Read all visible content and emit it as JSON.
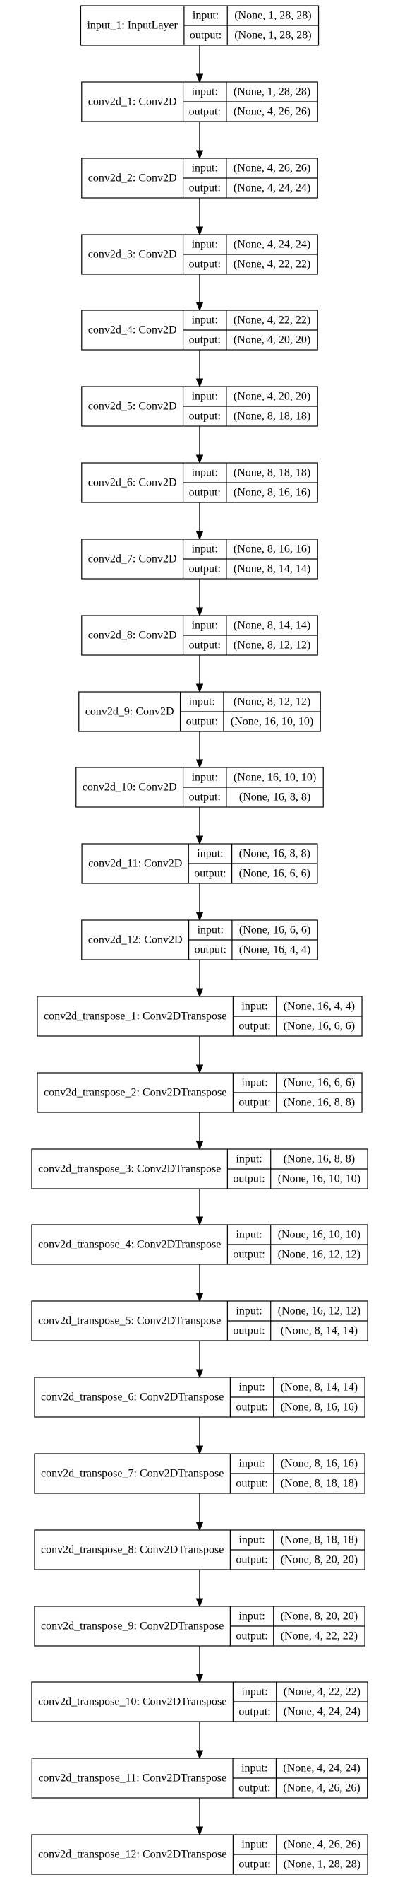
{
  "diagram": {
    "port_labels": {
      "input": "input:",
      "output": "output:"
    },
    "layers": [
      {
        "name": "input_1: InputLayer",
        "input": "(None, 1, 28, 28)",
        "output": "(None, 1, 28, 28)"
      },
      {
        "name": "conv2d_1: Conv2D",
        "input": "(None, 1, 28, 28)",
        "output": "(None, 4, 26, 26)"
      },
      {
        "name": "conv2d_2: Conv2D",
        "input": "(None, 4, 26, 26)",
        "output": "(None, 4, 24, 24)"
      },
      {
        "name": "conv2d_3: Conv2D",
        "input": "(None, 4, 24, 24)",
        "output": "(None, 4, 22, 22)"
      },
      {
        "name": "conv2d_4: Conv2D",
        "input": "(None, 4, 22, 22)",
        "output": "(None, 4, 20, 20)"
      },
      {
        "name": "conv2d_5: Conv2D",
        "input": "(None, 4, 20, 20)",
        "output": "(None, 8, 18, 18)"
      },
      {
        "name": "conv2d_6: Conv2D",
        "input": "(None, 8, 18, 18)",
        "output": "(None, 8, 16, 16)"
      },
      {
        "name": "conv2d_7: Conv2D",
        "input": "(None, 8, 16, 16)",
        "output": "(None, 8, 14, 14)"
      },
      {
        "name": "conv2d_8: Conv2D",
        "input": "(None, 8, 14, 14)",
        "output": "(None, 8, 12, 12)"
      },
      {
        "name": "conv2d_9: Conv2D",
        "input": "(None, 8, 12, 12)",
        "output": "(None, 16, 10, 10)"
      },
      {
        "name": "conv2d_10: Conv2D",
        "input": "(None, 16, 10, 10)",
        "output": "(None, 16, 8, 8)"
      },
      {
        "name": "conv2d_11: Conv2D",
        "input": "(None, 16, 8, 8)",
        "output": "(None, 16, 6, 6)"
      },
      {
        "name": "conv2d_12: Conv2D",
        "input": "(None, 16, 6, 6)",
        "output": "(None, 16, 4, 4)"
      },
      {
        "name": "conv2d_transpose_1: Conv2DTranspose",
        "input": "(None, 16, 4, 4)",
        "output": "(None, 16, 6, 6)"
      },
      {
        "name": "conv2d_transpose_2: Conv2DTranspose",
        "input": "(None, 16, 6, 6)",
        "output": "(None, 16, 8, 8)"
      },
      {
        "name": "conv2d_transpose_3: Conv2DTranspose",
        "input": "(None, 16, 8, 8)",
        "output": "(None, 16, 10, 10)"
      },
      {
        "name": "conv2d_transpose_4: Conv2DTranspose",
        "input": "(None, 16, 10, 10)",
        "output": "(None, 16, 12, 12)"
      },
      {
        "name": "conv2d_transpose_5: Conv2DTranspose",
        "input": "(None, 16, 12, 12)",
        "output": "(None, 8, 14, 14)"
      },
      {
        "name": "conv2d_transpose_6: Conv2DTranspose",
        "input": "(None, 8, 14, 14)",
        "output": "(None, 8, 16, 16)"
      },
      {
        "name": "conv2d_transpose_7: Conv2DTranspose",
        "input": "(None, 8, 16, 16)",
        "output": "(None, 8, 18, 18)"
      },
      {
        "name": "conv2d_transpose_8: Conv2DTranspose",
        "input": "(None, 8, 18, 18)",
        "output": "(None, 8, 20, 20)"
      },
      {
        "name": "conv2d_transpose_9: Conv2DTranspose",
        "input": "(None, 8, 20, 20)",
        "output": "(None, 4, 22, 22)"
      },
      {
        "name": "conv2d_transpose_10: Conv2DTranspose",
        "input": "(None, 4, 22, 22)",
        "output": "(None, 4, 24, 24)"
      },
      {
        "name": "conv2d_transpose_11: Conv2DTranspose",
        "input": "(None, 4, 24, 24)",
        "output": "(None, 4, 26, 26)"
      },
      {
        "name": "conv2d_transpose_12: Conv2DTranspose",
        "input": "(None, 4, 26, 26)",
        "output": "(None, 1, 28, 28)"
      }
    ]
  }
}
